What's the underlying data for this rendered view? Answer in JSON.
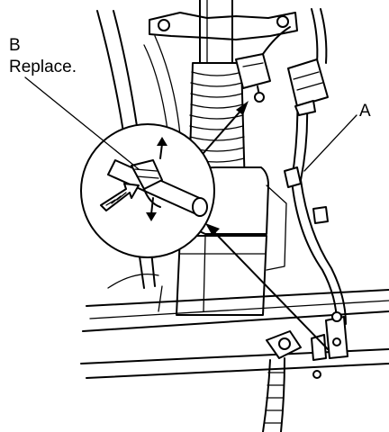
{
  "callouts": {
    "b_letter": "B",
    "b_note": "Replace.",
    "a_letter": "A"
  },
  "colors": {
    "ink": "#000000",
    "paper": "#ffffff"
  }
}
